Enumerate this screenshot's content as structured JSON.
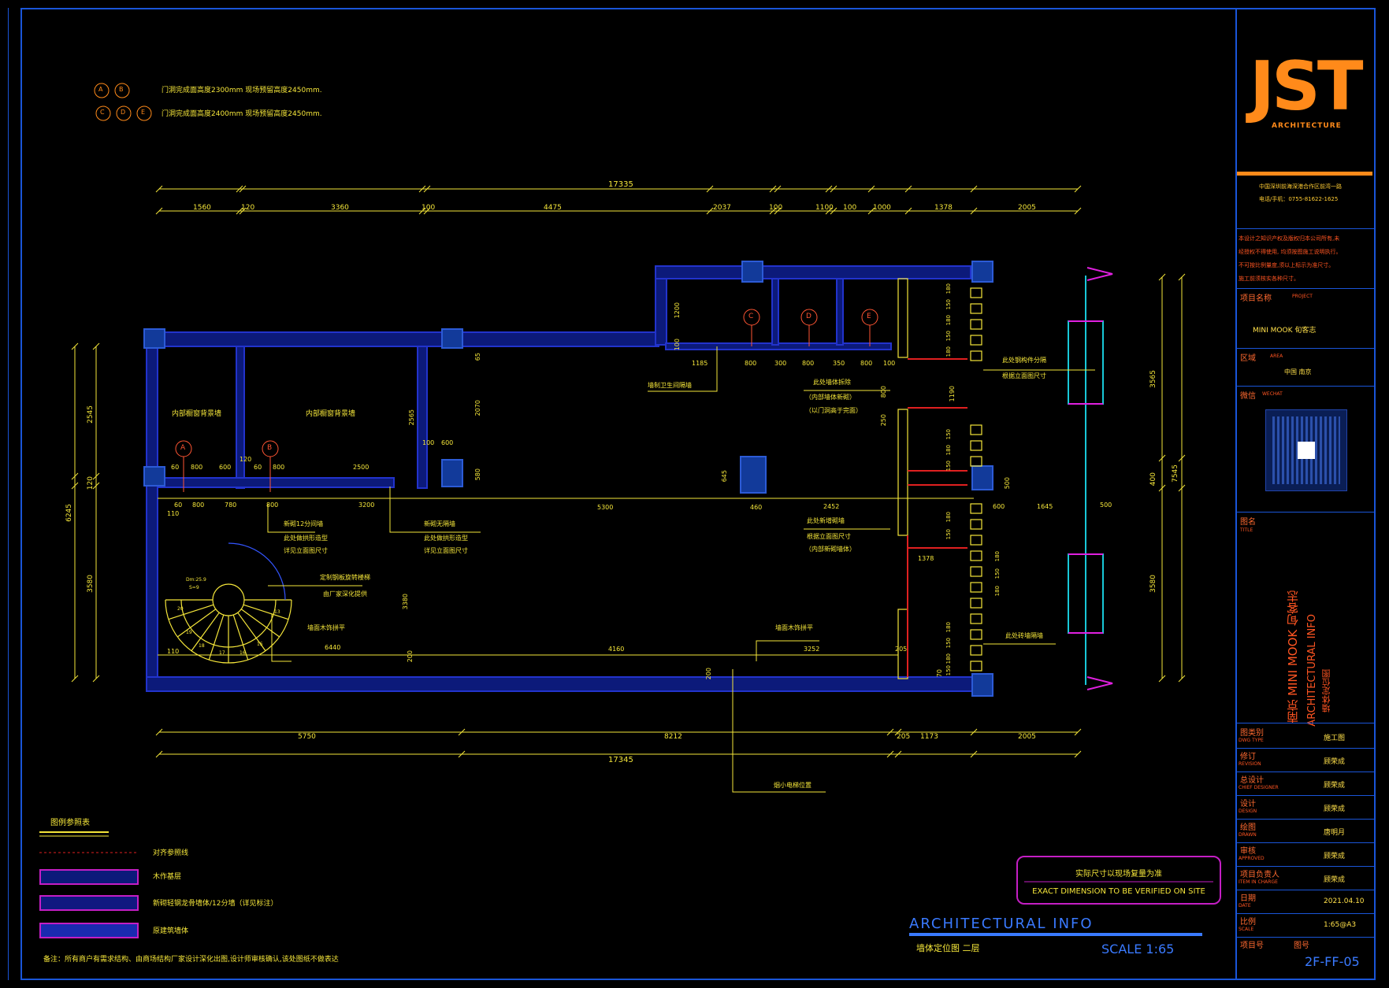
{
  "notes_top": {
    "abc_tags": [
      "A",
      "B"
    ],
    "cde_tags": [
      "C",
      "D",
      "E"
    ],
    "line1": "门洞完成面高度2300mm 现场预留高度2450mm.",
    "line2": "门洞完成面高度2400mm 现场预留高度2450mm."
  },
  "dims_top": {
    "overall": "17335",
    "segments": [
      "1560",
      "120",
      "3360",
      "100",
      "4475",
      "2037",
      "100",
      "1100",
      "100",
      "1000",
      "1378",
      "2005"
    ]
  },
  "dims_bottom": {
    "overall": "17345",
    "segments": [
      "5750",
      "8212",
      "205",
      "1173",
      "2005"
    ]
  },
  "dims_left": [
    "2545",
    "120",
    "3580",
    "6245"
  ],
  "dims_right": [
    "3565",
    "400",
    "3580",
    "7545"
  ],
  "dims_interior": {
    "d1200": "1200",
    "d100a": "100",
    "d1185": "1185",
    "d800a": "800",
    "d300": "300",
    "d800b": "800",
    "d350": "350",
    "d800c": "800",
    "d100b": "100",
    "d2565": "2565",
    "d2070": "2070",
    "d65": "65",
    "d100c": "100",
    "d600a": "600",
    "d580": "580",
    "d60a": "60",
    "d800d": "800",
    "d600b": "600",
    "d120": "120",
    "d60b": "60",
    "d800e": "800",
    "d2500": "2500",
    "d60c": "60",
    "d800f": "800",
    "d780": "780",
    "d800g": "800",
    "d3200": "3200",
    "d110a": "110",
    "d5300": "5300",
    "d460": "460",
    "d2452": "2452",
    "d600c": "600",
    "d1645": "1645",
    "d500a": "500",
    "d645": "645",
    "d500b": "500",
    "d3380": "3380",
    "d6440": "6440",
    "d200a": "200",
    "d4160": "4160",
    "d200b": "200",
    "d3252": "3252",
    "d205": "205",
    "d110b": "110",
    "d1378": "1378",
    "d800h": "800",
    "d250": "250",
    "d1190": "1190",
    "d70": "70",
    "d180": "180",
    "d150": "150"
  },
  "door_tags": [
    "A",
    "B",
    "C",
    "D",
    "E"
  ],
  "room_labels": {
    "r1": "内部橱窗背景墙",
    "r2": "内部橱窗背景墙"
  },
  "callouts": {
    "c1": "新砌12分间墙",
    "c1b": "此处做拱形造型",
    "c1c": "详见立面图尺寸",
    "c2": "新砌无隔墙",
    "c2b": "此处做拱形造型",
    "c2c": "详见立面图尺寸",
    "c3": "定制钢板旋转楼梯",
    "c3b": "由厂家深化提供",
    "c4": "墙面木饰拼平",
    "c5": "墙面木饰拼平",
    "c6": "墙制卫生间隔墙",
    "c7": "此处墙体拆除",
    "c7b": "（内部墙体新砌）",
    "c7c": "（以门洞高于完面）",
    "c8": "此处新增砌墙",
    "c8b": "根据立面图尺寸",
    "c8c": "（内部新砌墙体）",
    "c9": "此处钢构件分隔",
    "c9b": "根据立面图尺寸",
    "c10": "此处砖墙隔墙",
    "c11": "烟小电梯位置",
    "stair1": "Dm:25.9",
    "stair2": "S=9",
    "stairnums": [
      "20",
      "19",
      "18",
      "17",
      "16",
      "15",
      "13"
    ]
  },
  "legend": {
    "title": "图例参照表",
    "items": [
      "对齐参照线",
      "木作基层",
      "新砌轻钢龙骨墙体/12分墙（详见标注）",
      "原建筑墙体"
    ],
    "remark": "备注：所有商户有需求结构、由商场结构厂家设计深化出图,设计师审核确认,该处图纸不做表达"
  },
  "verify_note": {
    "cn": "实际尺寸以现场复量为准",
    "en": "EXACT DIMENSION TO BE VERIFIED ON SITE"
  },
  "arch_info": {
    "heading": "ARCHITECTURAL INFO",
    "subtitle": "墙体定位图   二层",
    "scale": "SCALE   1:65"
  },
  "title_block": {
    "logo": "JST",
    "logo_sub": "ARCHITECTURE",
    "addr1": "中国深圳前海深港合作区前湾一路",
    "addr2": "电话/手机：0755-81622-1625",
    "copyright": [
      "本设计之知识产权及版权归本公司所有,未",
      "经授权不得使用, 均须按图施工说明执行。",
      "不可按比例量度,须以上标示为准尺寸。",
      "施工前须核实各种尺寸。"
    ],
    "project_head": "项目名称",
    "project_head_en": "PROJECT",
    "project": "MINI MOOK  旬客志",
    "area_head": "区域",
    "area_head_en": "AREA",
    "area": "中国 南京",
    "wechat_head": "微信",
    "wechat_en": "WECHAT",
    "title_head": "图名",
    "title_en": "TITLE",
    "title_v1": "南京  MINI MOOK 旬客志",
    "title_v2": "ARCHITECTURAL INFO",
    "title_v3": "墙体定位图",
    "rows": [
      {
        "head": "图类别",
        "en": "DWG TYPE",
        "val": "施工图"
      },
      {
        "head": "修订",
        "en": "REVISION",
        "val": "顾荣成"
      },
      {
        "head": "总设计",
        "en": "CHIEF DESIGNER",
        "val": "顾荣成"
      },
      {
        "head": "设计",
        "en": "DESIGN",
        "val": "顾荣成"
      },
      {
        "head": "绘图",
        "en": "DRAWN",
        "val": "唐明月"
      },
      {
        "head": "审核",
        "en": "APPROVED",
        "val": "顾荣成"
      },
      {
        "head": "项目负责人",
        "en": "ITEM IN CHARGE",
        "val": "顾荣成"
      },
      {
        "head": "日期",
        "en": "DATE",
        "val": "2021.04.10"
      },
      {
        "head": "比例",
        "en": "SCALE",
        "val": "1:65@A3"
      }
    ],
    "proj_no_head": "项目号",
    "dwg_no_head": "图号",
    "dwg_no": "2F-FF-05"
  }
}
